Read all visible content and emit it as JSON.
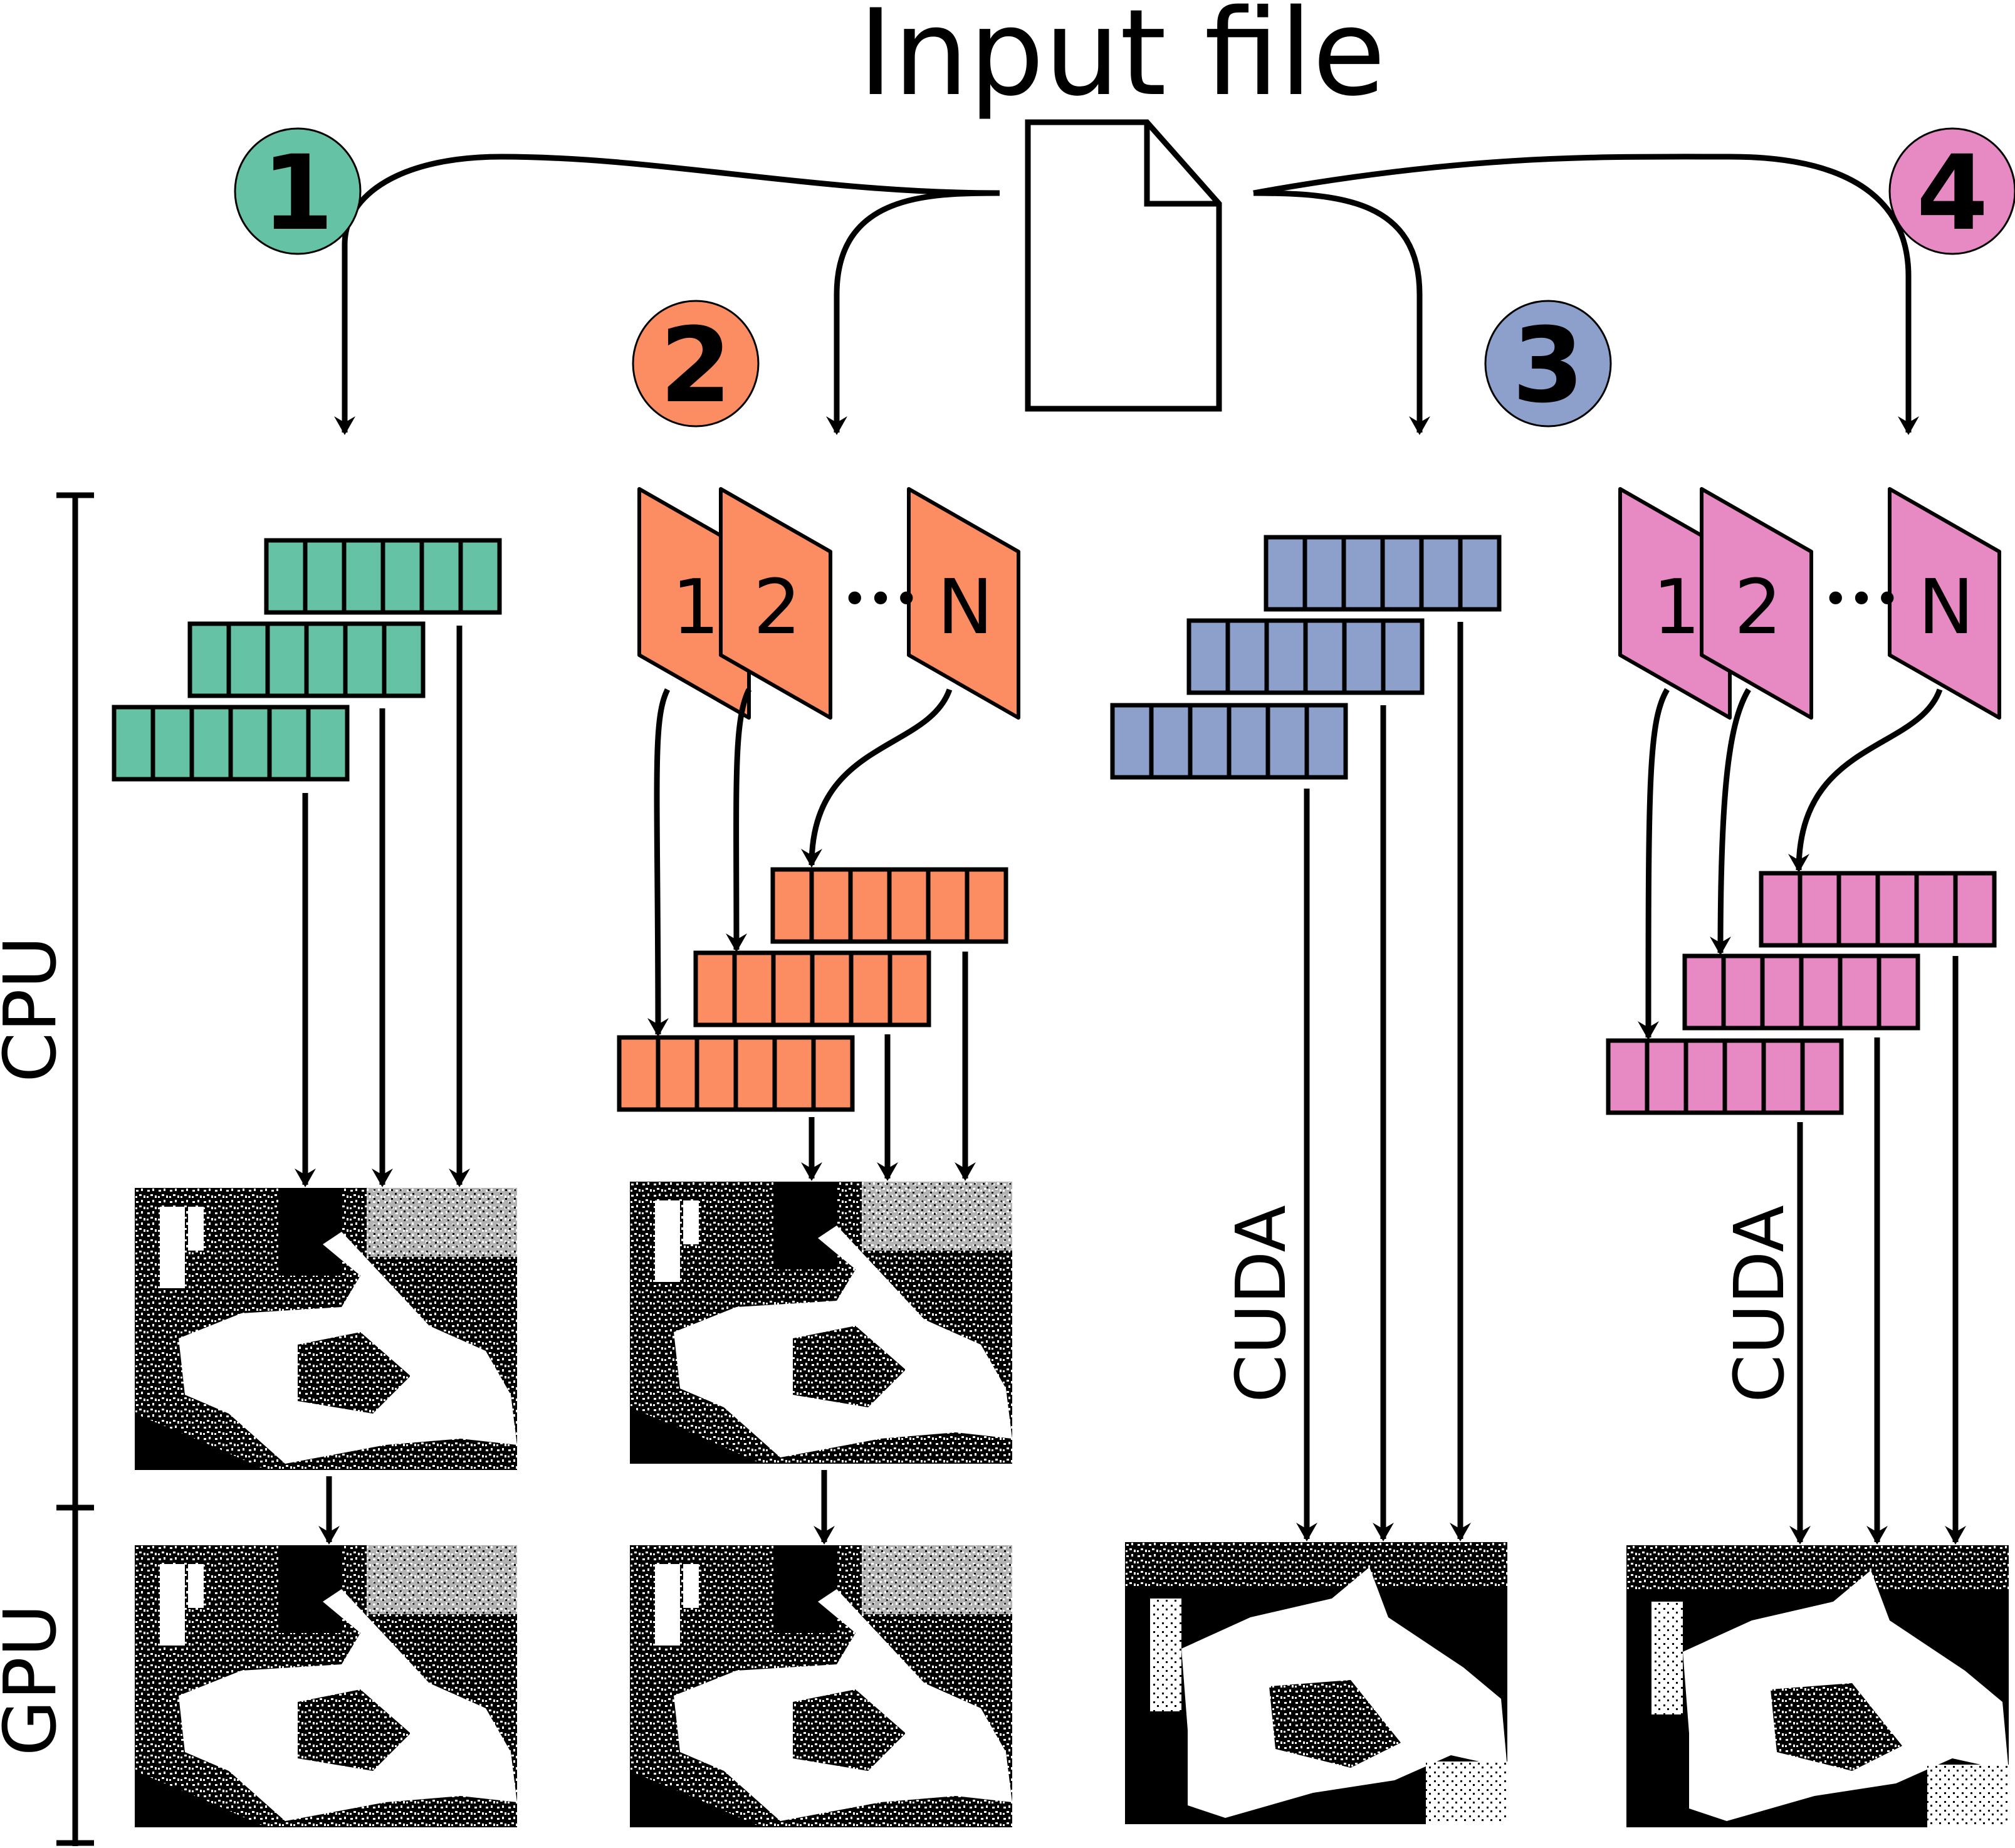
{
  "title": "Input file",
  "colors": {
    "m1": "#66c2a5",
    "m2": "#fc8d62",
    "m3": "#8da0cb",
    "m4": "#e78ac3"
  },
  "methods": [
    {
      "number": "1"
    },
    {
      "number": "2"
    },
    {
      "number": "3"
    },
    {
      "number": "4"
    }
  ],
  "chunk_labels": [
    "1",
    "2",
    "N"
  ],
  "ellipsis": "•••",
  "axis": {
    "cpu": "CPU",
    "gpu": "GPU"
  },
  "transfer_label": "CUDA",
  "icons": {
    "file": "document-icon",
    "image": "binary-mask-image"
  }
}
